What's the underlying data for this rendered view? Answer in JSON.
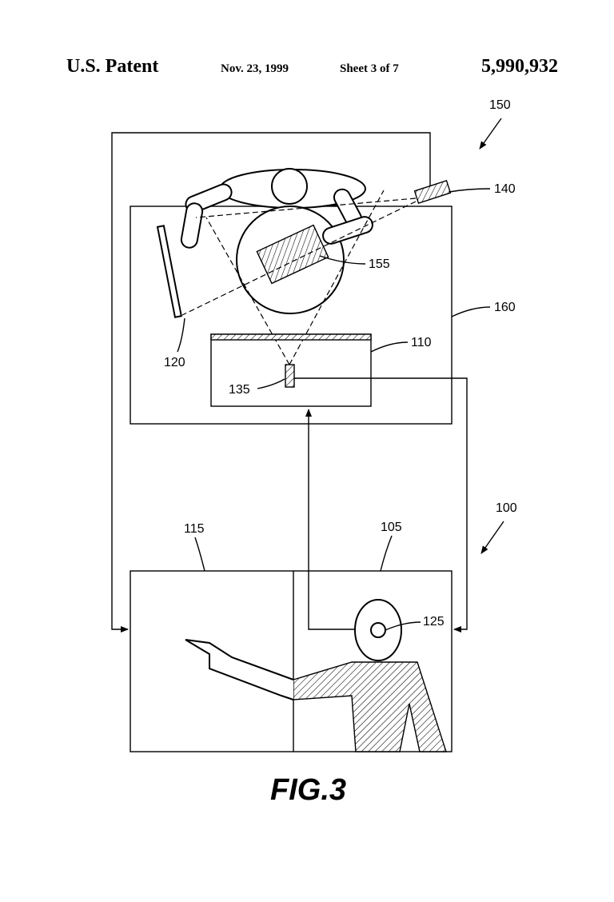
{
  "header": {
    "patent": "U.S. Patent",
    "date": "Nov. 23, 1999",
    "sheet": "Sheet 3 of 7",
    "number": "5,990,932"
  },
  "figure": {
    "caption": "FIG.3",
    "refs": {
      "r150": "150",
      "r140": "140",
      "r155": "155",
      "r160": "160",
      "r110": "110",
      "r120": "120",
      "r135": "135",
      "r100": "100",
      "r115": "115",
      "r105": "105",
      "r125": "125"
    }
  }
}
